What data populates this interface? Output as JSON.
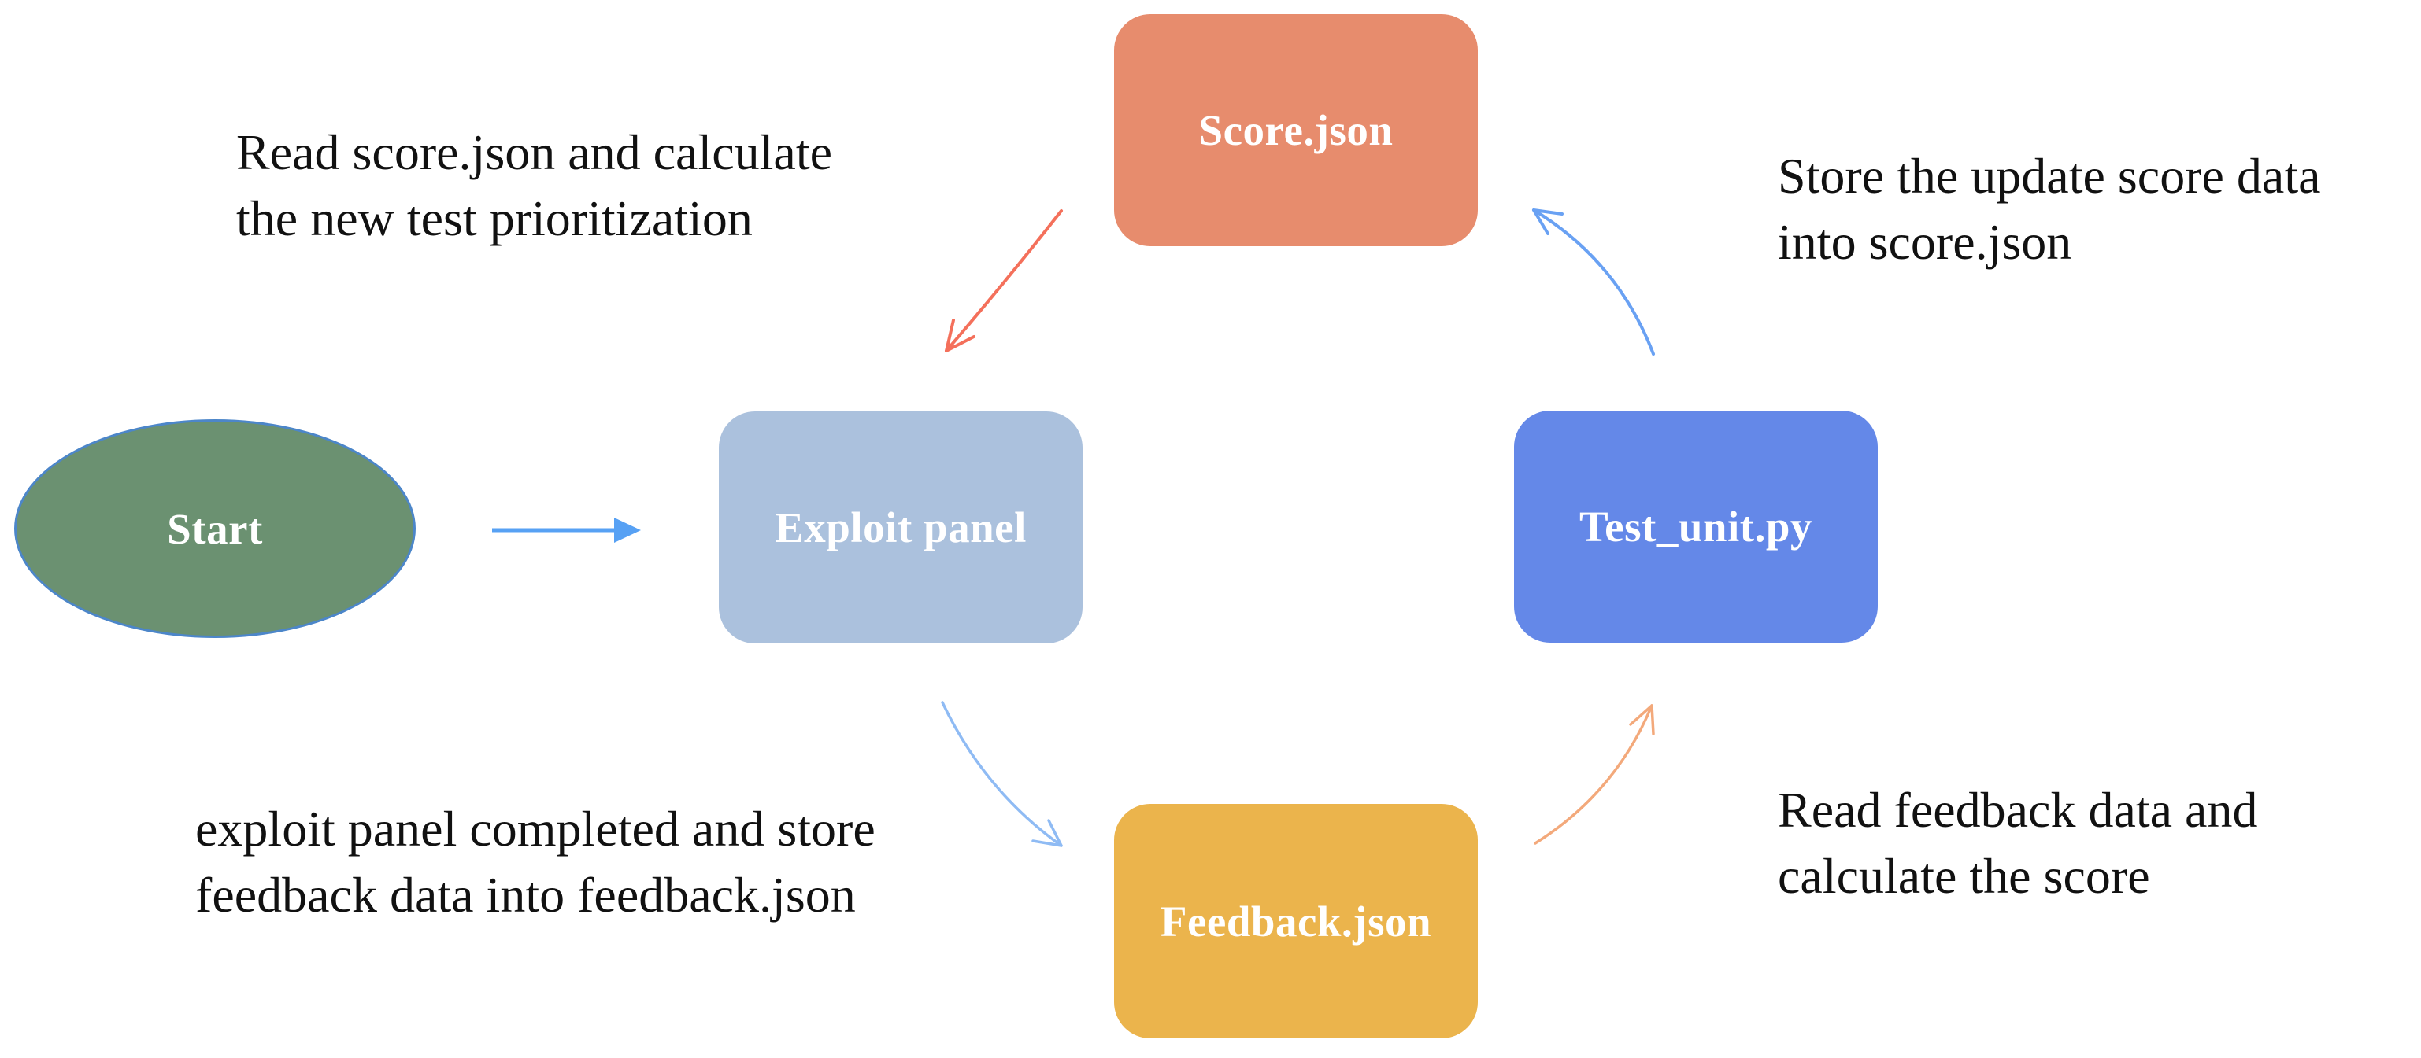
{
  "diagram": {
    "background": "#FFFFFF",
    "text_color": "#111111",
    "nodes": {
      "start": {
        "label": "Start",
        "shape": "ellipse",
        "fill": "#6B9171",
        "border_color": "#4C86C9",
        "text_color": "#FFFFFF"
      },
      "exploit_panel": {
        "label": "Exploit panel",
        "shape": "rounded-rect",
        "fill": "#ABC1DD",
        "text_color": "#FFFFFF"
      },
      "score_json": {
        "label": "Score.json",
        "shape": "rounded-rect",
        "fill": "#E78C6D",
        "text_color": "#FFFFFF"
      },
      "test_unit_py": {
        "label": "Test_unit.py",
        "shape": "rounded-rect",
        "fill": "#6488E8",
        "text_color": "#FFFFFF"
      },
      "feedback_json": {
        "label": "Feedback.json",
        "shape": "rounded-rect",
        "fill": "#EBB44C",
        "text_color": "#FFFFFF"
      }
    },
    "annotations": {
      "read_score": {
        "line1": "Read score.json and calculate",
        "line2": "the new test prioritization"
      },
      "store_score": {
        "line1": "Store the update score data",
        "line2": "into score.json"
      },
      "store_feedback": {
        "line1": "exploit panel completed and store",
        "line2": "feedback data into feedback.json"
      },
      "read_feedback": {
        "line1": "Read feedback data and",
        "line2": "calculate the score"
      }
    },
    "arrows": {
      "start_to_exploit": {
        "from": "start",
        "to": "exploit_panel",
        "color": "#57A1F4",
        "style": "straight, filled triangle head"
      },
      "score_to_exploit": {
        "from": "score_json",
        "to": "exploit_panel",
        "color": "#F4705B",
        "style": "curved, open head"
      },
      "exploit_to_feedback": {
        "from": "exploit_panel",
        "to": "feedback_json",
        "color": "#8FBBF4",
        "style": "curved, open head"
      },
      "feedback_to_test": {
        "from": "feedback_json",
        "to": "test_unit_py",
        "color": "#F3A97B",
        "style": "curved, open head"
      },
      "test_to_score": {
        "from": "test_unit_py",
        "to": "score_json",
        "color": "#69A1F3",
        "style": "curved, open head"
      }
    }
  }
}
